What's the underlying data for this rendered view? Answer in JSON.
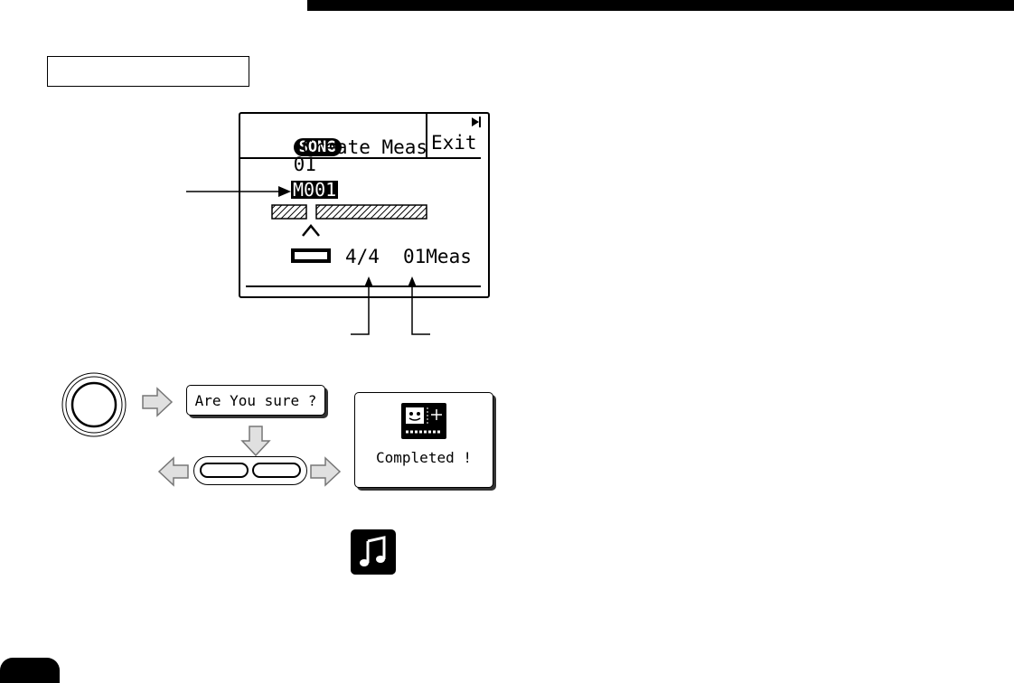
{
  "lcd": {
    "mode_label": "SONG",
    "song_number": "01",
    "function_name": "Create Meas",
    "exit_label": "Exit",
    "measure_marker": "M001",
    "time_signature": "4/4",
    "measure_count": "01Meas"
  },
  "dialog": {
    "confirm_text": "Are You sure ?",
    "completed_text": "Completed !"
  },
  "colors": {
    "ink": "#000000",
    "arrow_fill": "#e0e0e0",
    "arrow_stroke": "#777777"
  },
  "icons": [
    "arrow-right-icon",
    "arrow-down-icon",
    "arrow-left-icon",
    "completed-display-icon",
    "music-note-icon"
  ]
}
